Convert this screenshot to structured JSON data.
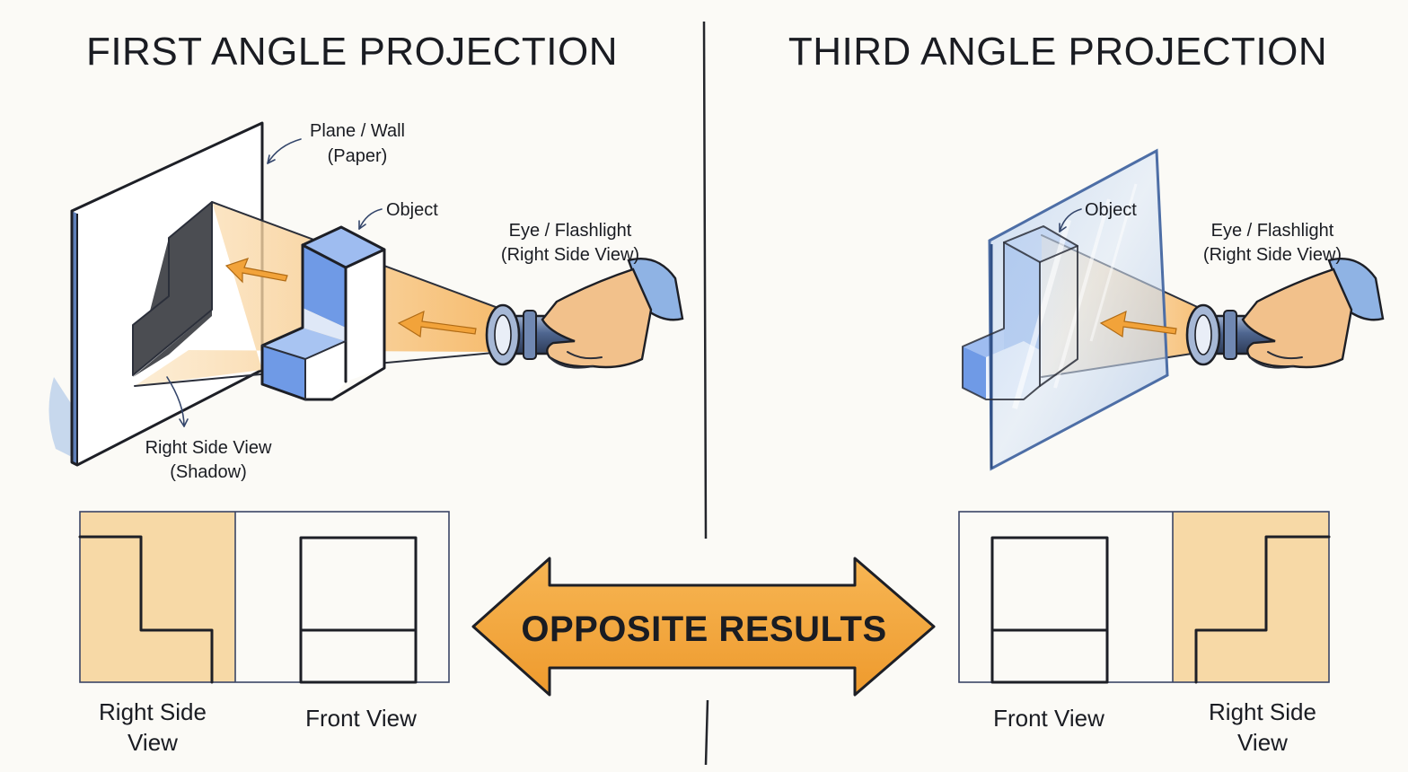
{
  "title_left": "FIRST ANGLE PROJECTION",
  "title_right": "THIRD ANGLE PROJECTION",
  "left": {
    "plane_label_line1": "Plane / Wall",
    "plane_label_line2": "(Paper)",
    "object_label": "Object",
    "eye_label_line1": "Eye / Flashlight",
    "eye_label_line2": "(Right Side View)",
    "shadow_label_line1": "Right Side View",
    "shadow_label_line2": "(Shadow)",
    "view1_line1": "Right Side",
    "view1_line2": "View",
    "view2": "Front View"
  },
  "right": {
    "object_label": "Object",
    "eye_label_line1": "Eye / Flashlight",
    "eye_label_line2": "(Right Side View)",
    "view1": "Front View",
    "view2_line1": "Right Side",
    "view2_line2": "View"
  },
  "banner": "OPPOSITE RESULTS",
  "colors": {
    "object_blue": "#6f9ae6",
    "beam_orange": "#f4c27a",
    "arrow_orange": "#f2a33a",
    "panel_orange": "#f7d9a6",
    "glass_blue": "#c9daf0",
    "ink": "#1d1f26"
  }
}
